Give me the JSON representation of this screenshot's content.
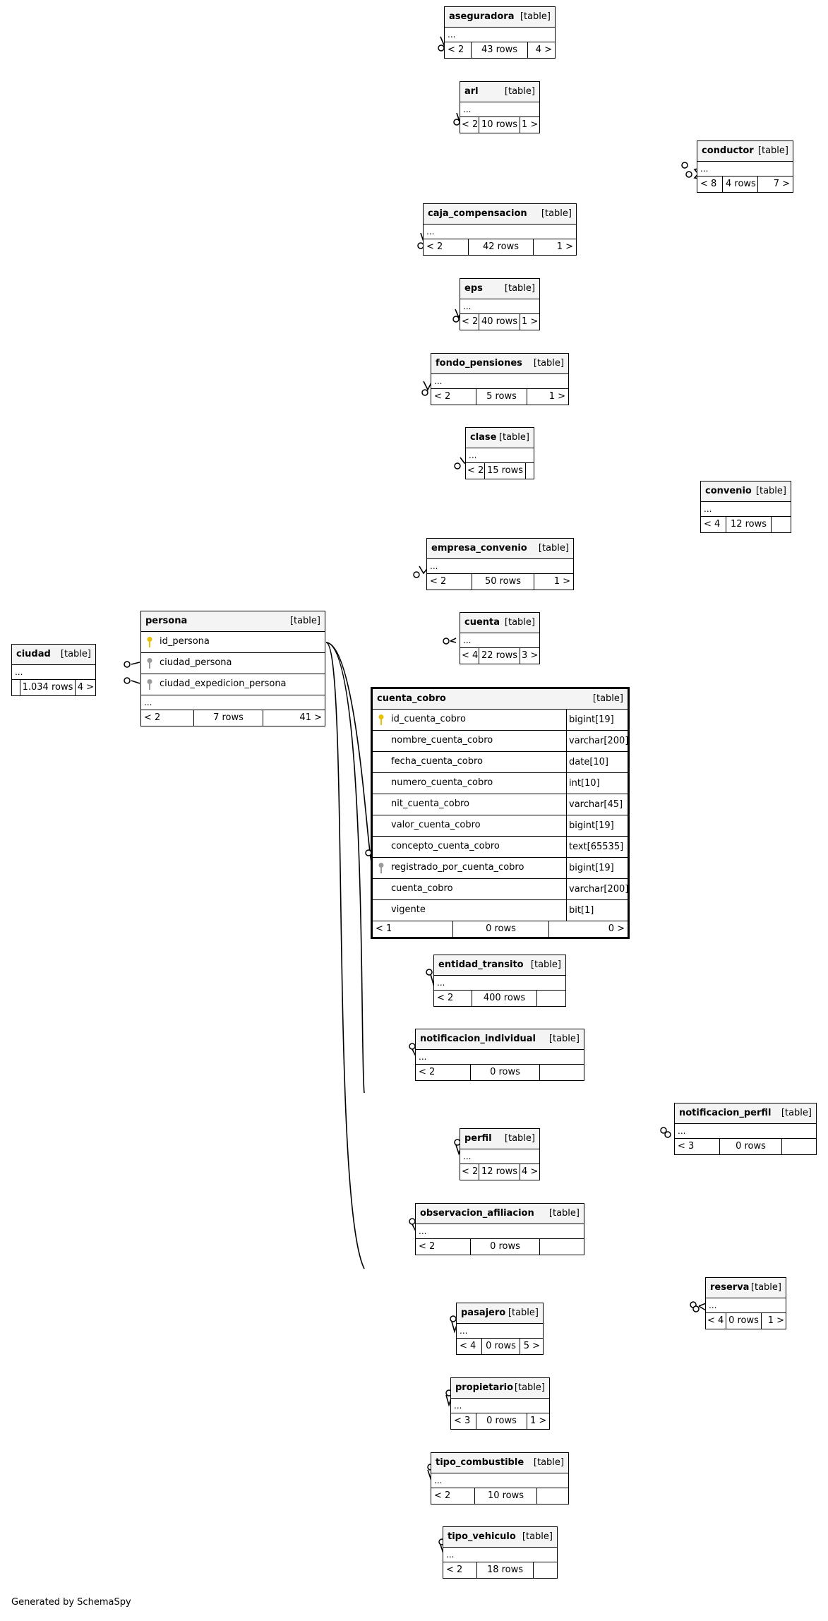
{
  "footer_text": "Generated by SchemaSpy",
  "icons": {
    "primary_key": "key-icon-yellow",
    "foreign_key": "key-icon-gray"
  },
  "colors": {
    "primary_key": "#e8c000",
    "foreign_key": "#9a9a9a",
    "header_bg": "#f4f4f4"
  },
  "tables": {
    "aseguradora": {
      "name": "aseguradora",
      "type": "[table]",
      "ellipsis": "...",
      "parents": "< 2",
      "rows": "43 rows",
      "children": "4 >"
    },
    "arl": {
      "name": "arl",
      "type": "[table]",
      "ellipsis": "...",
      "parents": "< 2",
      "rows": "10 rows",
      "children": "1 >"
    },
    "conductor": {
      "name": "conductor",
      "type": "[table]",
      "ellipsis": "...",
      "parents": "< 8",
      "rows": "4 rows",
      "children": "7 >"
    },
    "caja_compensacion": {
      "name": "caja_compensacion",
      "type": "[table]",
      "ellipsis": "...",
      "parents": "< 2",
      "rows": "42 rows",
      "children": "1 >"
    },
    "eps": {
      "name": "eps",
      "type": "[table]",
      "ellipsis": "...",
      "parents": "< 2",
      "rows": "40 rows",
      "children": "1 >"
    },
    "fondo_pensiones": {
      "name": "fondo_pensiones",
      "type": "[table]",
      "ellipsis": "...",
      "parents": "< 2",
      "rows": "5 rows",
      "children": "1 >"
    },
    "clase": {
      "name": "clase",
      "type": "[table]",
      "ellipsis": "...",
      "parents": "< 2",
      "rows": "15 rows",
      "children": ""
    },
    "convenio": {
      "name": "convenio",
      "type": "[table]",
      "ellipsis": "...",
      "parents": "< 4",
      "rows": "12 rows",
      "children": ""
    },
    "empresa_convenio": {
      "name": "empresa_convenio",
      "type": "[table]",
      "ellipsis": "...",
      "parents": "< 2",
      "rows": "50 rows",
      "children": "1 >"
    },
    "cuenta": {
      "name": "cuenta",
      "type": "[table]",
      "ellipsis": "...",
      "parents": "< 4",
      "rows": "22 rows",
      "children": "3 >"
    },
    "ciudad": {
      "name": "ciudad",
      "type": "[table]",
      "ellipsis": "...",
      "parents": "",
      "rows": "1.034 rows",
      "children": "4 >"
    },
    "persona": {
      "name": "persona",
      "type": "[table]",
      "columns": [
        "id_persona",
        "ciudad_persona",
        "ciudad_expedicion_persona"
      ],
      "ellipsis": "...",
      "parents": "< 2",
      "rows": "7 rows",
      "children": "41 >"
    },
    "cuenta_cobro": {
      "name": "cuenta_cobro",
      "type": "[table]",
      "columns": [
        {
          "name": "id_cuenta_cobro",
          "type": "bigint[19]"
        },
        {
          "name": "nombre_cuenta_cobro",
          "type": "varchar[200]"
        },
        {
          "name": "fecha_cuenta_cobro",
          "type": "date[10]"
        },
        {
          "name": "numero_cuenta_cobro",
          "type": "int[10]"
        },
        {
          "name": "nit_cuenta_cobro",
          "type": "varchar[45]"
        },
        {
          "name": "valor_cuenta_cobro",
          "type": "bigint[19]"
        },
        {
          "name": "concepto_cuenta_cobro",
          "type": "text[65535]"
        },
        {
          "name": "registrado_por_cuenta_cobro",
          "type": "bigint[19]"
        },
        {
          "name": "cuenta_cobro",
          "type": "varchar[200]"
        },
        {
          "name": "vigente",
          "type": "bit[1]"
        }
      ],
      "parents": "< 1",
      "rows": "0 rows",
      "children": "0 >"
    },
    "entidad_transito": {
      "name": "entidad_transito",
      "type": "[table]",
      "ellipsis": "...",
      "parents": "< 2",
      "rows": "400 rows",
      "children": ""
    },
    "notificacion_individual": {
      "name": "notificacion_individual",
      "type": "[table]",
      "ellipsis": "...",
      "parents": "< 2",
      "rows": "0 rows",
      "children": ""
    },
    "notificacion_perfil": {
      "name": "notificacion_perfil",
      "type": "[table]",
      "ellipsis": "...",
      "parents": "< 3",
      "rows": "0 rows",
      "children": ""
    },
    "perfil": {
      "name": "perfil",
      "type": "[table]",
      "ellipsis": "...",
      "parents": "< 2",
      "rows": "12 rows",
      "children": "4 >"
    },
    "observacion_afiliacion": {
      "name": "observacion_afiliacion",
      "type": "[table]",
      "ellipsis": "...",
      "parents": "< 2",
      "rows": "0 rows",
      "children": ""
    },
    "reserva": {
      "name": "reserva",
      "type": "[table]",
      "ellipsis": "...",
      "parents": "< 4",
      "rows": "0 rows",
      "children": "1 >"
    },
    "pasajero": {
      "name": "pasajero",
      "type": "[table]",
      "ellipsis": "...",
      "parents": "< 4",
      "rows": "0 rows",
      "children": "5 >"
    },
    "propietario": {
      "name": "propietario",
      "type": "[table]",
      "ellipsis": "...",
      "parents": "< 3",
      "rows": "0 rows",
      "children": "1 >"
    },
    "tipo_combustible": {
      "name": "tipo_combustible",
      "type": "[table]",
      "ellipsis": "...",
      "parents": "< 2",
      "rows": "10 rows",
      "children": ""
    },
    "tipo_vehiculo": {
      "name": "tipo_vehiculo",
      "type": "[table]",
      "ellipsis": "...",
      "parents": "< 2",
      "rows": "18 rows",
      "children": ""
    }
  }
}
